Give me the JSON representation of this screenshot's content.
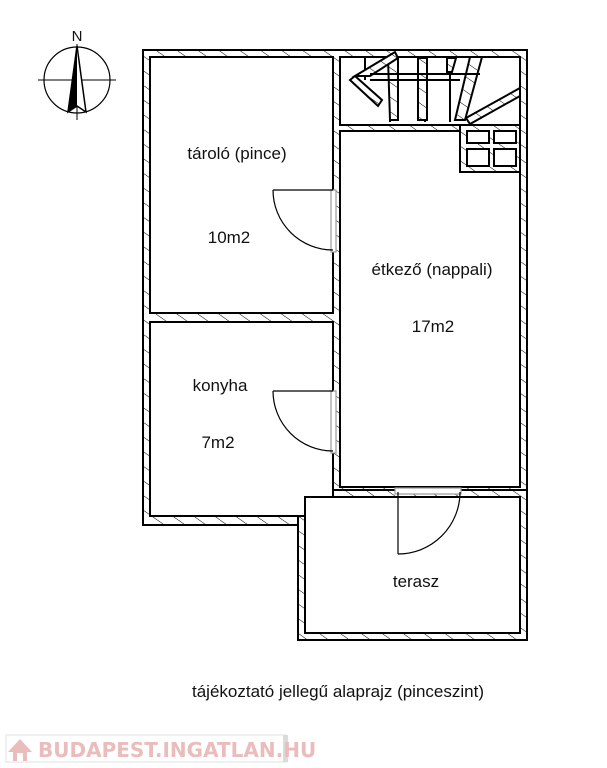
{
  "compass": {
    "north_label": "N"
  },
  "rooms": [
    {
      "name": "tároló (pince)",
      "area": "10m2"
    },
    {
      "name": "konyha",
      "area": "7m2"
    },
    {
      "name": "étkező (nappali)",
      "area": "17m2"
    },
    {
      "name": "terasz",
      "area": ""
    }
  ],
  "caption": "tájékoztató jellegű alaprajz (pinceszint)",
  "watermark": "BUDAPEST.INGATLAN.HU",
  "colors": {
    "wall": "#000000",
    "watermark": "#e8b5b5"
  }
}
